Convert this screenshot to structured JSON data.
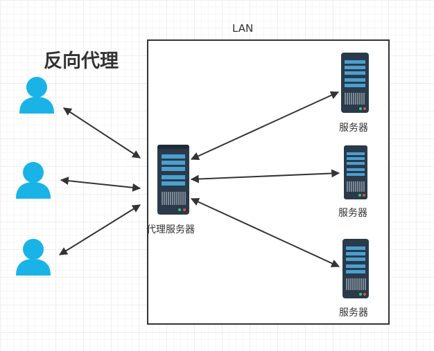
{
  "diagram": {
    "title": "反向代理",
    "lan_label": "LAN",
    "proxy_label": "代理服务器",
    "server_labels": [
      "服务器",
      "服务器",
      "服务器"
    ]
  },
  "colors": {
    "user": "#1ab3e8",
    "server_body": "#2a3a4a",
    "server_bar": "#4aa0d0",
    "arrow": "#333333"
  },
  "icons": {
    "user": "user-icon",
    "server": "server-icon"
  }
}
